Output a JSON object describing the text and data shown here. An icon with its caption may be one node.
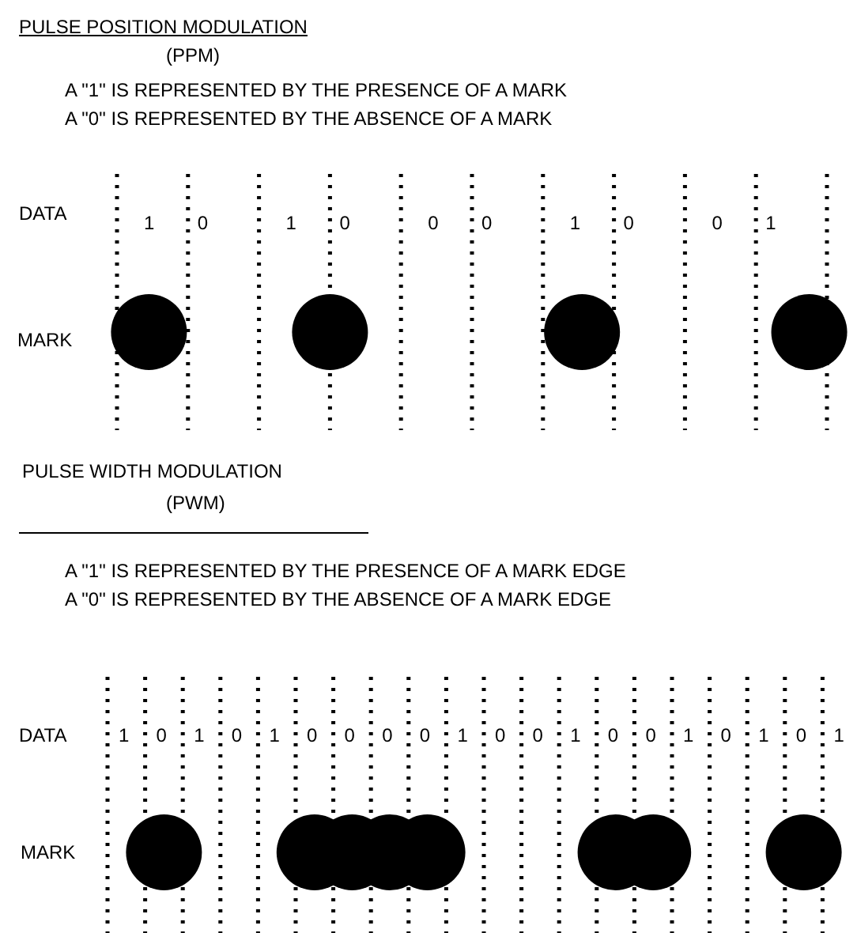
{
  "diagram": {
    "labels": [
      "PULSE POSITION MODULATION",
      "(PPM)",
      "A \"1\" IS REPRESENTED BY THE PRESENCE OF A MARK",
      "A \"0\" IS REPRESENTED BY THE ABSENCE OF A MARK",
      "DATA",
      "1",
      "0",
      "1",
      "0",
      "0",
      "0",
      "1",
      "0",
      "0",
      "1",
      "MARK",
      "PULSE WIDTH MODULATION",
      "(PWM)",
      "A \"1\" IS REPRESENTED BY THE PRESENCE OF A MARK EDGE",
      "A \"0\" IS REPRESENTED BY THE ABSENCE OF A MARK EDGE",
      "DATA",
      "1",
      "0",
      "1",
      "0",
      "1",
      "0",
      "0",
      "0",
      "0",
      "1",
      "0",
      "0",
      "1",
      "0",
      "0",
      "1",
      "0",
      "1",
      "0",
      "1",
      "MARK"
    ]
  }
}
